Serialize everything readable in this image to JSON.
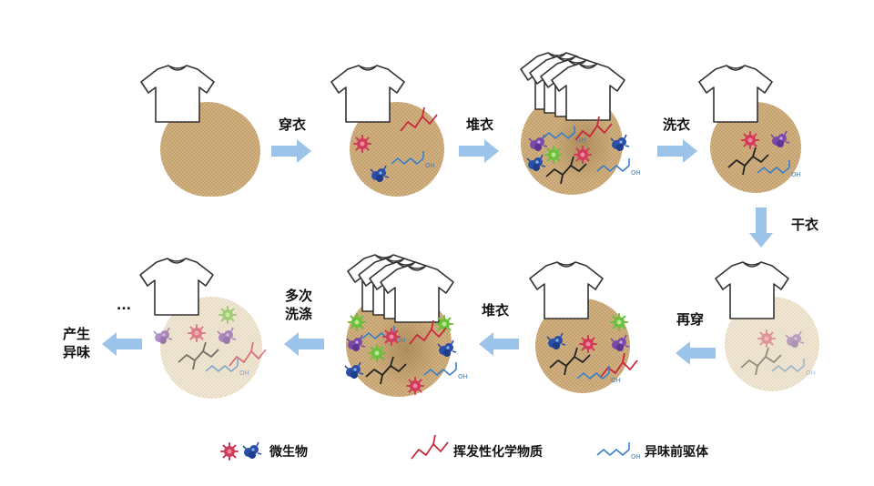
{
  "steps": {
    "wear": "穿衣",
    "pile1": "堆衣",
    "wash": "洗衣",
    "dry": "干衣",
    "rewear": "再穿",
    "pile2": "堆衣",
    "multi_wash_line1": "多次",
    "multi_wash_line2": "洗涤",
    "odor_line1": "产生",
    "odor_line2": "异味",
    "ellipsis": "..."
  },
  "legend": {
    "microbes": "微生物",
    "voc": "挥发性化学物质",
    "precursor": "异味前驱体"
  },
  "colors": {
    "arrow": "#9cc4ea",
    "fabric": "#c9a97a",
    "voc_line": "#c8283c",
    "precursor_line": "#3a7fc8",
    "microbe_red": "#d23a5a",
    "microbe_green": "#6cbf3c",
    "microbe_blue": "#2a4fa8",
    "microbe_purple": "#7a4aa8"
  }
}
